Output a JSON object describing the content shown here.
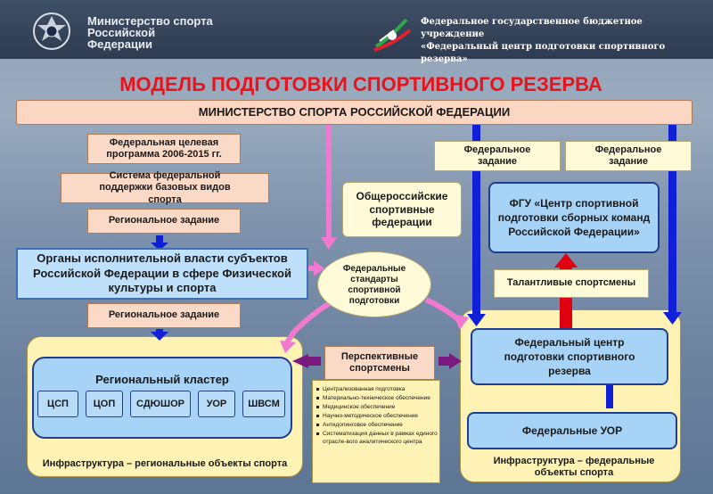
{
  "header": {
    "ministry_line1": "Министерство спорта",
    "ministry_line2": "Российской",
    "ministry_line3": "Федерации",
    "fcsr_line1": "Федеральное государственное бюджетное учреждение",
    "fcsr_line2": "«Федеральный центр подготовки спортивного резерва»"
  },
  "title": "МОДЕЛЬ ПОДГОТОВКИ СПОРТИВНОГО РЕЗЕРВА",
  "ministry_bar": "МИНИСТЕРСТВО СПОРТА РОССИЙСКОЙ ФЕДЕРАЦИИ",
  "left_column": {
    "target_program": "Федеральная целевая программа 2006-2015 гг.",
    "support_system": "Система федеральной поддержки базовых видов спорта",
    "regional_task_1": "Региональное задание",
    "executive_bodies": "Органы исполнительной власти субъектов Российской Федерации в сфере Физической культуры и спорта",
    "regional_task_2": "Региональное задание"
  },
  "regional_cluster": {
    "title": "Региональный кластер",
    "schools": [
      "ЦСП",
      "ЦОП",
      "СДЮШОР",
      "УОР",
      "ШВСМ"
    ],
    "infrastructure": "Инфраструктура – региональные объекты спорта"
  },
  "center": {
    "federations": "Общероссийские спортивные федерации",
    "standards": "Федеральные стандарты спортивной подготовки",
    "prospective": "Перспективные спортсмены",
    "list": [
      "Централизованная подготовка",
      "Материально-техническое обеспечение",
      "Медицинское обеспечение",
      "Научно-методическое обеспечение",
      "Антидопинговое обеспечение",
      "Систематизация данных в рамках единого отрасле-вого аналитического центра"
    ]
  },
  "right_column": {
    "fed_task_1": "Федеральное задание",
    "fed_task_2": "Федеральное задание",
    "fgu": "ФГУ «Центр спортивной подготовки сборных команд Российской Федерации»",
    "talented": "Талантливые спортсмены",
    "fcsr": "Федеральный центр подготовки спортивного резерва",
    "uor": "Федеральные УОР",
    "infrastructure": "Инфраструктура – федеральные объекты спорта"
  },
  "colors": {
    "title": "#e8131b",
    "arrow_blue": "#1020d8",
    "arrow_pink": "#f07ad0",
    "arrow_red": "#e00010",
    "arrow_purple": "#7a1a80"
  }
}
